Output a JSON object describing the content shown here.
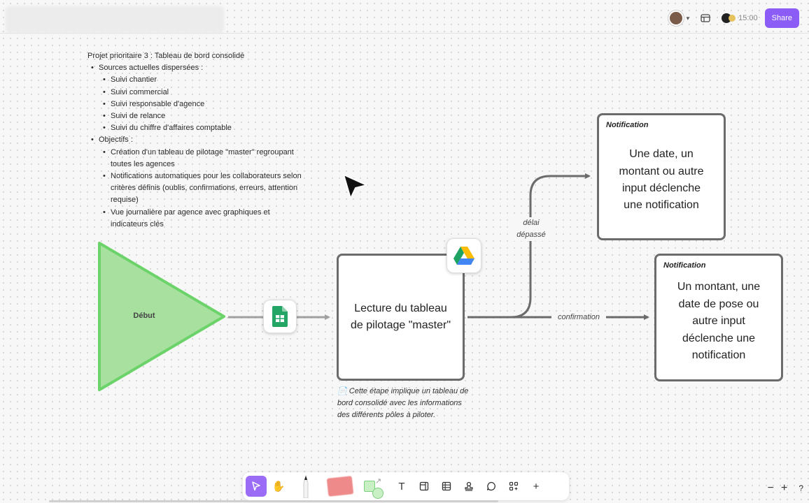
{
  "toolbar_top": {
    "timer": "15:00",
    "share_label": "Share"
  },
  "notes": {
    "title": "Projet prioritaire 3 : Tableau de bord consolidé",
    "sources_label": "Sources actuelles dispersées :",
    "sources": [
      "Suivi chantier",
      "Suivi commercial",
      "Suivi responsable d'agence",
      "Suivi de relance",
      "Suivi du chiffre d'affaires comptable"
    ],
    "objectives_label": "Objectifs :",
    "objectives": [
      "Création d'un tableau de pilotage \"master\" regroupant toutes les agences",
      "Notifications automatiques pour les collaborateurs selon critères définis (oublis, confirmations, erreurs, attention requise)",
      "Vue journalière par agence avec graphiques et indicateurs clés"
    ]
  },
  "flow": {
    "start_label": "Début",
    "start_color": "#a8e0a0",
    "main_box": "Lecture du tableau de pilotage \"master\"",
    "edge_delay": "délai dépassé",
    "edge_confirm": "confirmation",
    "notif1_title": "Notification",
    "notif1_text": "Une date, un montant ou autre input déclenche une notification",
    "notif2_title": "Notification",
    "notif2_text": "Un montant, une date de pose ou autre input déclenche une notification",
    "caption": "📄 Cette étape implique un tableau de bord consolidé avec les informations des différents pôles à piloter."
  },
  "icons": {
    "sheets": "google-sheets-icon",
    "drive": "google-drive-icon"
  },
  "accent": "#8b5cf6"
}
